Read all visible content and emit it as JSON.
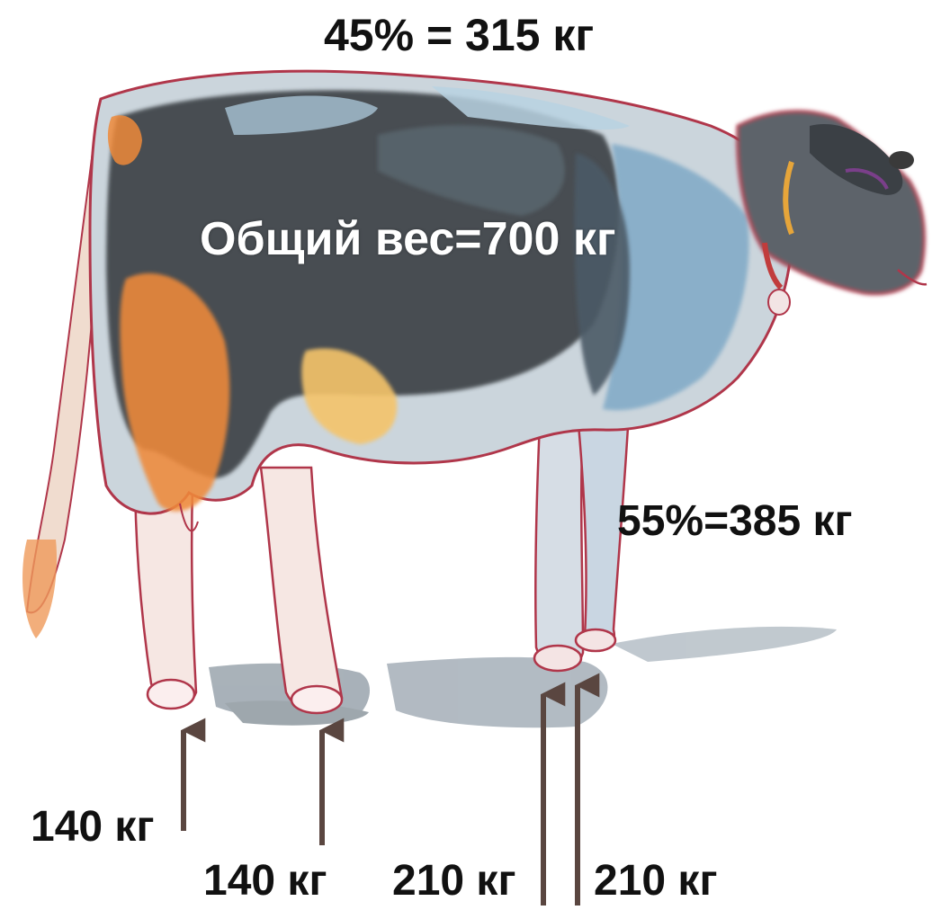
{
  "image": {
    "subject": "cow-illustration",
    "palette": {
      "coat_dark": "#3e4346",
      "coat_blue": "#7fa9c6",
      "skin_orange": "#ef8a3a",
      "udder_yellow": "#f5c46a",
      "outline": "#b0364a",
      "shadow": "#9aa4ad",
      "arrow": "#5a4640"
    }
  },
  "labels": {
    "hind_share": "45% = 315 кг",
    "total_weight": "Общий вес=700 кг",
    "front_share": "55%=385 кг",
    "hind_left": "140 кг",
    "hind_right": "140 кг",
    "front_left": "210 кг",
    "front_right": "210 кг"
  },
  "arrows": [
    {
      "name": "hind-left-arrow",
      "label": "140 кг"
    },
    {
      "name": "hind-right-arrow",
      "label": "140 кг"
    },
    {
      "name": "front-left-arrow",
      "label": "210 кг"
    },
    {
      "name": "front-right-arrow",
      "label": "210 кг"
    }
  ]
}
